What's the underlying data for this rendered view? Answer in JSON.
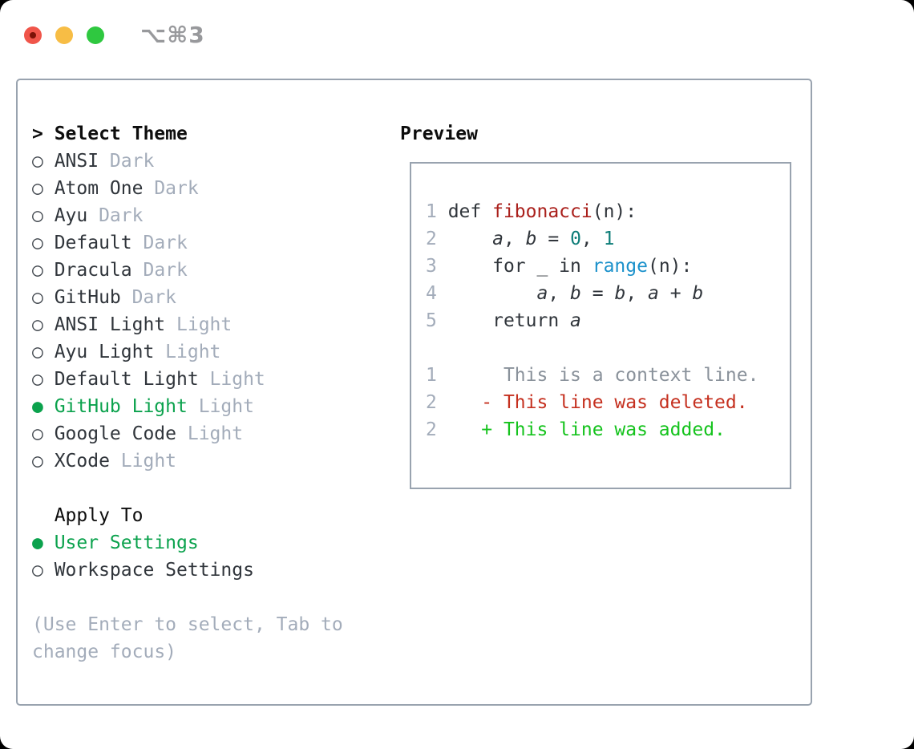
{
  "window": {
    "shortcut_label": "⌥⌘3"
  },
  "colors": {
    "text_primary": "#30353b",
    "heading": "#0d0d0d",
    "muted": "#a3acba",
    "border": "#99a3af",
    "select_green": "#0ba24d",
    "added_green": "#15c31d",
    "deleted_red": "#c5301f",
    "func_red": "#aa201c",
    "builtin_blue": "#1b91cb",
    "literal_teal": "#0d7d78",
    "context_gray": "#8a929b",
    "bullet_gray": "#3f454c",
    "titlebar_text": "#98999c",
    "light_red": "#f0554a",
    "light_yellow": "#f7bd45",
    "light_green": "#2fc840",
    "light_red_dot": "#7c1207",
    "window_bg": "#ffffff",
    "page_bg": "#000000"
  },
  "theme_panel": {
    "prompt": ">",
    "title": "Select Theme",
    "bullet_unselected": "○",
    "bullet_selected": "●",
    "themes": [
      {
        "name": "ANSI",
        "variant": "Dark",
        "selected": false
      },
      {
        "name": "Atom One",
        "variant": "Dark",
        "selected": false
      },
      {
        "name": "Ayu",
        "variant": "Dark",
        "selected": false
      },
      {
        "name": "Default",
        "variant": "Dark",
        "selected": false
      },
      {
        "name": "Dracula",
        "variant": "Dark",
        "selected": false
      },
      {
        "name": "GitHub",
        "variant": "Dark",
        "selected": false
      },
      {
        "name": "ANSI Light",
        "variant": "Light",
        "selected": false
      },
      {
        "name": "Ayu Light",
        "variant": "Light",
        "selected": false
      },
      {
        "name": "Default Light",
        "variant": "Light",
        "selected": false
      },
      {
        "name": "GitHub Light",
        "variant": "Light",
        "selected": true
      },
      {
        "name": "Google Code",
        "variant": "Light",
        "selected": false
      },
      {
        "name": "XCode",
        "variant": "Light",
        "selected": false
      }
    ],
    "apply_to": {
      "title": "Apply To",
      "options": [
        {
          "name": "User Settings",
          "selected": true
        },
        {
          "name": "Workspace Settings",
          "selected": false
        }
      ]
    },
    "hint": "(Use Enter to select, Tab to change focus)"
  },
  "preview": {
    "title": "Preview",
    "lines": [
      [
        [
          "num",
          "1 "
        ],
        [
          "plain",
          "def "
        ],
        [
          "func",
          "fibonacci"
        ],
        [
          "plain",
          "(n):"
        ]
      ],
      [
        [
          "num",
          "2 "
        ],
        [
          "plain",
          "    "
        ],
        [
          "var",
          "a"
        ],
        [
          "plain",
          ", "
        ],
        [
          "var",
          "b"
        ],
        [
          "plain",
          " = "
        ],
        [
          "lit",
          "0"
        ],
        [
          "plain",
          ", "
        ],
        [
          "lit",
          "1"
        ]
      ],
      [
        [
          "num",
          "3 "
        ],
        [
          "plain",
          "    for _ in "
        ],
        [
          "builtin",
          "range"
        ],
        [
          "plain",
          "(n):"
        ]
      ],
      [
        [
          "num",
          "4 "
        ],
        [
          "plain",
          "        "
        ],
        [
          "var",
          "a"
        ],
        [
          "plain",
          ", "
        ],
        [
          "var",
          "b"
        ],
        [
          "plain",
          " = "
        ],
        [
          "var",
          "b"
        ],
        [
          "plain",
          ", "
        ],
        [
          "var",
          "a"
        ],
        [
          "plain",
          " + "
        ],
        [
          "var",
          "b"
        ]
      ],
      [
        [
          "num",
          "5 "
        ],
        [
          "plain",
          "    return "
        ],
        [
          "var",
          "a"
        ]
      ],
      [],
      [
        [
          "num",
          "1"
        ],
        [
          "ctx",
          "      This is a context line."
        ]
      ],
      [
        [
          "num",
          "2"
        ],
        [
          "del",
          "    - This line was deleted."
        ]
      ],
      [
        [
          "num",
          "2"
        ],
        [
          "add",
          "    + This line was added."
        ]
      ]
    ]
  }
}
